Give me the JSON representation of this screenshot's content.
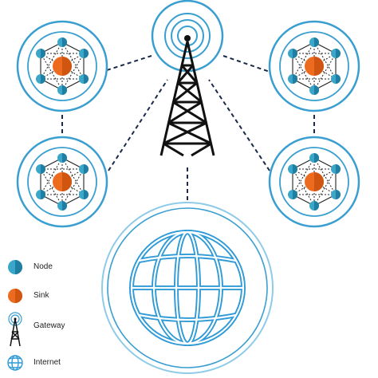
{
  "legend": {
    "node_label": "Node",
    "sink_label": "Sink",
    "gateway_label": "Gateway",
    "internet_label": "Internet"
  },
  "colors": {
    "node": "#3aa6c9",
    "node_dark": "#1f7fa3",
    "sink": "#ec6b1f",
    "sink_dark": "#d05510",
    "ring": "#3a9fd0",
    "ring_light": "#8fcbe8",
    "line": "#1a2a48",
    "tower": "#111111",
    "globe": "#2e9ad6"
  },
  "icons": [
    "node-icon",
    "sink-icon",
    "gateway-icon",
    "internet-icon"
  ]
}
